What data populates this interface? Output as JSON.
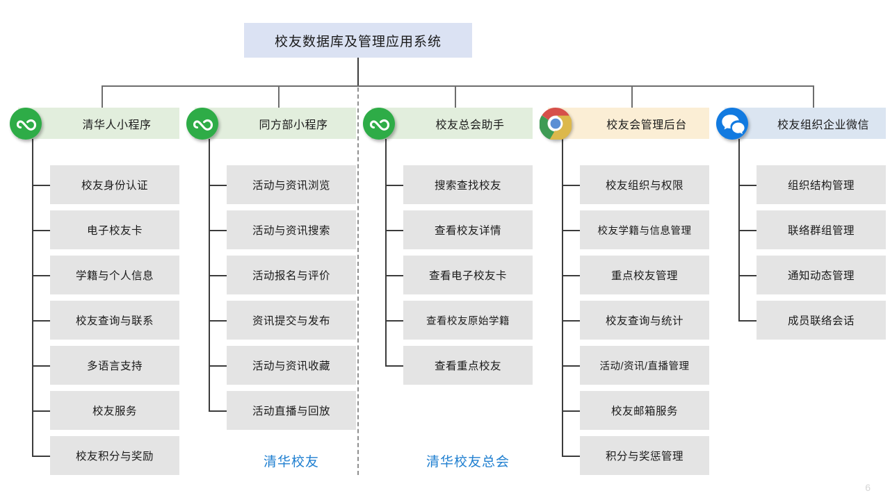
{
  "root": {
    "title": "校友数据库及管理应用系统",
    "bg_color": "#dbe2f3"
  },
  "columns": [
    {
      "id": "tsinghua-people-miniprogram",
      "header": "清华人小程序",
      "icon": "wechat-miniprogram-icon",
      "header_bg": "#e2eedd",
      "items": [
        "校友身份认证",
        "电子校友卡",
        "学籍与个人信息",
        "校友查询与联系",
        "多语言支持",
        "校友服务",
        "校友积分与奖励"
      ],
      "caption": ""
    },
    {
      "id": "tongfangbu-miniprogram",
      "header": "同方部小程序",
      "icon": "wechat-miniprogram-icon",
      "header_bg": "#e2eedd",
      "items": [
        "活动与资讯浏览",
        "活动与资讯搜索",
        "活动报名与评价",
        "资讯提交与发布",
        "活动与资讯收藏",
        "活动直播与回放"
      ],
      "caption": "清华校友"
    },
    {
      "id": "alumni-association-assistant",
      "header": "校友总会助手",
      "icon": "wechat-miniprogram-icon",
      "header_bg": "#e2eedd",
      "items": [
        "搜索查找校友",
        "查看校友详情",
        "查看电子校友卡",
        "查看校友原始学籍",
        "查看重点校友"
      ],
      "caption": "清华校友总会"
    },
    {
      "id": "alumni-association-admin",
      "header": "校友会管理后台",
      "icon": "chrome-browser-icon",
      "header_bg": "#fbeed5",
      "items": [
        "校友组织与权限",
        "校友学籍与信息管理",
        "重点校友管理",
        "校友查询与统计",
        "活动/资讯/直播管理",
        "校友邮箱服务",
        "积分与奖惩管理"
      ],
      "caption": ""
    },
    {
      "id": "alumni-org-wecom",
      "header": "校友组织企业微信",
      "icon": "wecom-icon",
      "header_bg": "#dbe5f1",
      "items": [
        "组织结构管理",
        "联络群组管理",
        "通知动态管理",
        "成员联络会话"
      ],
      "caption": ""
    }
  ],
  "footer": {
    "page_number": "6",
    "caption_color": "#1f7fd0"
  }
}
